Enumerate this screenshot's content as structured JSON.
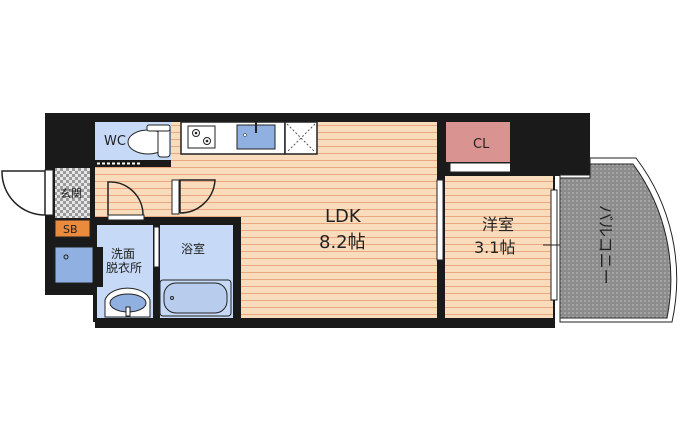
{
  "floorplan": {
    "rooms": {
      "wc": "WC",
      "genkan": "玄関",
      "sb": "SB",
      "washroom_line1": "洗面",
      "washroom_line2": "脱衣所",
      "bathroom": "浴室",
      "ldk_name": "LDK",
      "ldk_size": "8.2帖",
      "closet": "CL",
      "western_room_name": "洋室",
      "western_room_size": "3.1帖",
      "balcony": "バルコニー"
    },
    "colors": {
      "wall": "#1a1a1a",
      "floor_wood": "#f9dcbc",
      "floor_line": "#eaa882",
      "wet_area": "#c6d9f6",
      "fixture_blue": "#8fb0e0",
      "closet": "#d99391",
      "storage_sb": "#e98a3c",
      "balcony": "#8c8c8c"
    }
  }
}
